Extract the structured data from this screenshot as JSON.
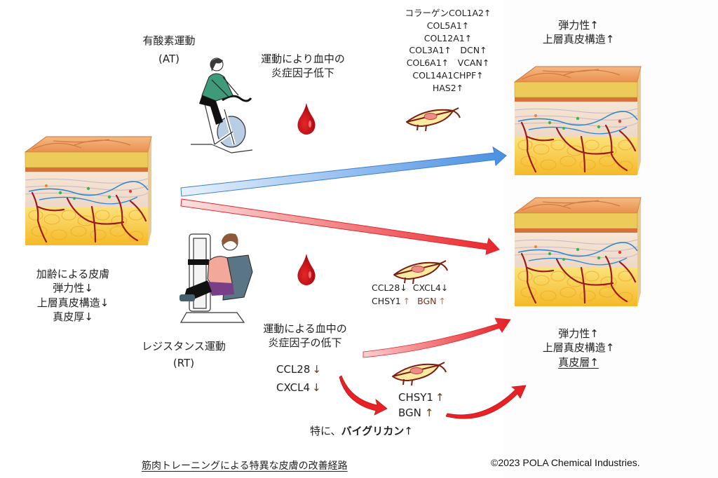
{
  "aerobic": {
    "title": "有酸素運動",
    "abbr": "(AT)",
    "effect_line1": "運動により血中の",
    "effect_line2": "炎症因子低下",
    "genes": [
      "コラーゲンCOL1A2↑",
      "COL5A1↑",
      "COL12A1↑",
      "COL3A1↑　DCN↑",
      "COL6A1↑　VCAN↑",
      "COL14A1CHPF↑",
      "HAS2↑"
    ],
    "result_line1": "弾力性↑",
    "result_line2": "上層真皮構造↑"
  },
  "aging": {
    "line1": "加齢による皮膚",
    "line2": "弾力性↓",
    "line3": "上層真皮構造↓",
    "line4": "真皮厚↓"
  },
  "resistance": {
    "title": "レジスタンス運動",
    "abbr": "(RT)",
    "mid_genes": {
      "row1_a": "CCL28",
      "row1_a_arrow": "↓",
      "row1_b": "CXCL4",
      "row1_b_arrow": "↓",
      "row2_a": "CHSY1",
      "row2_a_arrow": "↑",
      "row2_b": "BGN",
      "row2_b_arrow": "↑"
    },
    "effect_line1": "運動による血中の",
    "effect_line2": "炎症因子の低下",
    "blood_genes": [
      {
        "name": "CCL28",
        "arrow": "↓"
      },
      {
        "name": "CXCL4",
        "arrow": "↓"
      }
    ],
    "fibro_genes": [
      {
        "name": "CHSY1",
        "arrow": "↑"
      },
      {
        "name": "BGN",
        "arrow": "↑"
      }
    ],
    "special_prefix": "特に、",
    "special_bold": "バイグリカン",
    "special_arrow": "↑",
    "result_line1": "弾力性↑",
    "result_line2": "上層真皮構造↑",
    "result_line3": "真皮層↑"
  },
  "footer": {
    "caption": "筋肉トレーニングによる特異な皮膚の改善経路",
    "copyright": "©2023 POLA Chemical Industries."
  },
  "colors": {
    "aerobic_arrow": "#4a8fe0",
    "resistance_arrow": "#e8262a",
    "blood": "#cc0f14",
    "skin_top": "#f0a868",
    "fat": "#f7d54a"
  },
  "icons": {
    "blood_drop": "blood-drop-icon",
    "fibroblast": "fibroblast-cell-icon",
    "skin": "skin-cross-section-icon",
    "bike": "exercise-bike-icon",
    "leg_press": "leg-press-machine-icon"
  }
}
